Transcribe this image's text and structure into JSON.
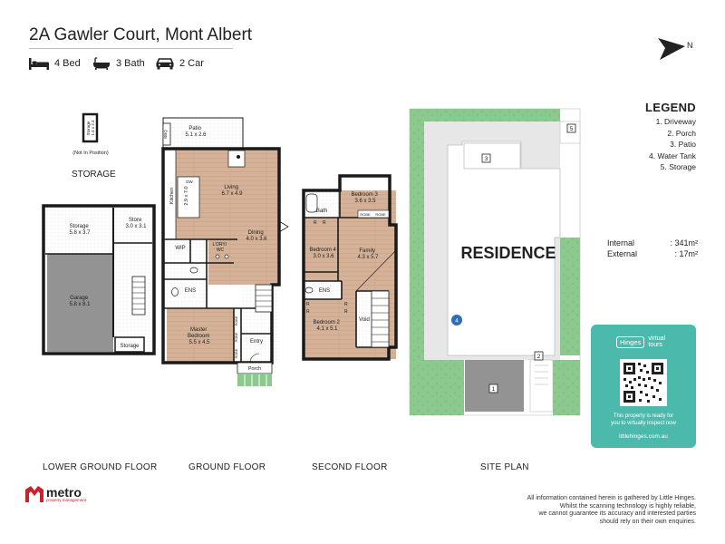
{
  "header": {
    "address": "2A Gawler Court, Mont Albert",
    "features": [
      {
        "icon": "bed-icon",
        "label": "4 Bed"
      },
      {
        "icon": "bath-icon",
        "label": "3 Bath"
      },
      {
        "icon": "car-icon",
        "label": "2 Car"
      }
    ]
  },
  "compass": {
    "label": "N"
  },
  "storage_block": {
    "heading": "STORAGE",
    "note": "(Not In Position)",
    "unit_label": "Storage",
    "unit_dims": "1.4 x 2.4"
  },
  "lower_ground": {
    "storage": {
      "name": "Storage",
      "dims": "5.8 x 3.7"
    },
    "store": {
      "name": "Store",
      "dims": "3.0 x 3.1"
    },
    "garage": {
      "name": "Garage",
      "dims": "5.8 x 8.1"
    },
    "storage_small": "Storage"
  },
  "ground": {
    "patio": {
      "name": "Patio",
      "dims": "5.1 x 2.6"
    },
    "bbq": "BBQ",
    "kitchen": {
      "name": "Kitchen",
      "dims": "2.9 x 7.0"
    },
    "dw": "DW",
    "living": {
      "name": "Living",
      "dims": "6.7 x 4.9"
    },
    "dining": {
      "name": "Dining",
      "dims": "4.0 x 3.6"
    },
    "wip": "WIP",
    "laundry": {
      "line1": "L'DRY/",
      "line2": "WC"
    },
    "ens": "ENS",
    "master": {
      "name": "Master",
      "line2": "Bedroom",
      "dims": "5.5 x 4.5"
    },
    "robes": [
      "ROBE",
      "ROBE",
      "ROBE"
    ],
    "entry": "Entry",
    "porch": "Porch"
  },
  "second": {
    "bedroom3": {
      "name": "Bedroom 3",
      "dims": "3.6 x 3.5"
    },
    "bath": "Bath",
    "robes_top": [
      "ROBE",
      "ROBE"
    ],
    "bedroom4": {
      "name": "Bedroom 4",
      "dims": "3.0 x 3.6"
    },
    "family": {
      "name": "Family",
      "dims": "4.3 x 5.7"
    },
    "ens": "ENS",
    "bedroom2": {
      "name": "Bedroom 2",
      "dims": "4.1 x 5.1"
    },
    "void": "Void",
    "robe_marks": [
      "R",
      "R",
      "R",
      "R",
      "R",
      "R"
    ]
  },
  "site": {
    "residence": "RESIDENCE",
    "markers": [
      "1",
      "2",
      "3",
      "4",
      "5"
    ]
  },
  "legend": {
    "title": "LEGEND",
    "items": [
      "1. Driveway",
      "2. Porch",
      "3. Patio",
      "4. Water Tank",
      "5. Storage"
    ]
  },
  "areas": {
    "internal_label": "Internal",
    "internal_value": ": 341m²",
    "external_label": "External",
    "external_value": ": 17m²"
  },
  "virtual_card": {
    "brand": "Hinges",
    "virtual_line1": "virtual",
    "virtual_line2": "tours",
    "text_line1": "This property is ready for",
    "text_line2": "you to virtually inspect now",
    "url": "littlehinges.com.au"
  },
  "floor_labels": [
    "LOWER GROUND FLOOR",
    "GROUND FLOOR",
    "SECOND FLOOR",
    "SITE PLAN"
  ],
  "disclaimer": [
    "All information contained herein is gathered by Little Hinges.",
    "Whilst the scanning technology is highly reliable,",
    "we cannot guarantee its accuracy and interested parties",
    "should rely on their own enquiries."
  ],
  "agency": {
    "name": "metro",
    "tagline": "property management"
  },
  "colors": {
    "wall": "#1a1a1a",
    "timber": "#d4b197",
    "garage": "#939393",
    "grass": "#8cc98f",
    "paving": "#e7e7e7",
    "water_tank": "#2f6db5",
    "card": "#4cb9ad",
    "agency_red": "#c8222a"
  }
}
